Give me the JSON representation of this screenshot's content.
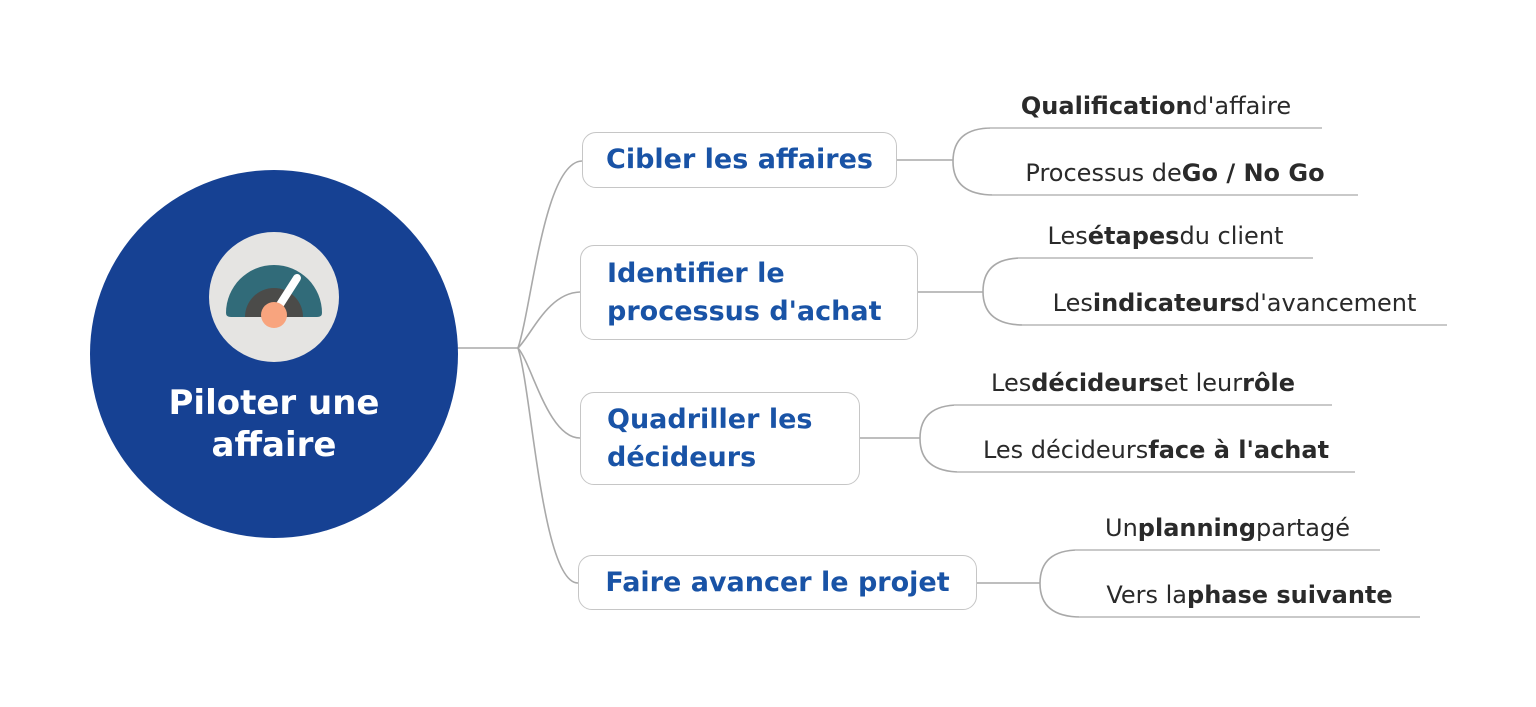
{
  "diagram": {
    "root": {
      "label_lines": [
        "Piloter une",
        "affaire"
      ],
      "icon": "gauge-icon"
    },
    "branches": [
      {
        "label_lines": [
          "Cibler les affaires"
        ],
        "leaves": [
          {
            "segments": [
              {
                "text": "Qualification",
                "bold": true
              },
              {
                "text": " d'affaire",
                "bold": false
              }
            ]
          },
          {
            "segments": [
              {
                "text": "Processus de ",
                "bold": false
              },
              {
                "text": "Go / No Go",
                "bold": true
              }
            ]
          }
        ]
      },
      {
        "label_lines": [
          "Identifier le",
          "processus d'achat"
        ],
        "leaves": [
          {
            "segments": [
              {
                "text": "Les ",
                "bold": false
              },
              {
                "text": "étapes",
                "bold": true
              },
              {
                "text": " du client",
                "bold": false
              }
            ]
          },
          {
            "segments": [
              {
                "text": "Les ",
                "bold": false
              },
              {
                "text": "indicateurs",
                "bold": true
              },
              {
                "text": " d'avancement",
                "bold": false
              }
            ]
          }
        ]
      },
      {
        "label_lines": [
          "Quadriller les",
          "décideurs"
        ],
        "leaves": [
          {
            "segments": [
              {
                "text": "Les ",
                "bold": false
              },
              {
                "text": "décideurs",
                "bold": true
              },
              {
                "text": " et leur ",
                "bold": false
              },
              {
                "text": "rôle",
                "bold": true
              }
            ]
          },
          {
            "segments": [
              {
                "text": "Les décideurs ",
                "bold": false
              },
              {
                "text": "face à l'achat",
                "bold": true
              }
            ]
          }
        ]
      },
      {
        "label_lines": [
          "Faire avancer le projet"
        ],
        "leaves": [
          {
            "segments": [
              {
                "text": "Un ",
                "bold": false
              },
              {
                "text": "planning",
                "bold": true
              },
              {
                "text": " partagé",
                "bold": false
              }
            ]
          },
          {
            "segments": [
              {
                "text": "Vers la ",
                "bold": false
              },
              {
                "text": "phase suivante",
                "bold": true
              }
            ]
          }
        ]
      }
    ],
    "colors": {
      "root_fill": "#164193",
      "root_text": "#ffffff",
      "branch_text": "#1953a6",
      "branch_border": "#c6c6c6",
      "connector": "#a9a9a9",
      "underline": "#c9c9c9",
      "leaf_text": "#2a2a2a",
      "gauge_outer": "#e5e4e2",
      "gauge_arc": "#316b79",
      "gauge_inner": "#4b4b49",
      "gauge_needle": "#ffffff",
      "gauge_pivot": "#f8a47e"
    }
  }
}
